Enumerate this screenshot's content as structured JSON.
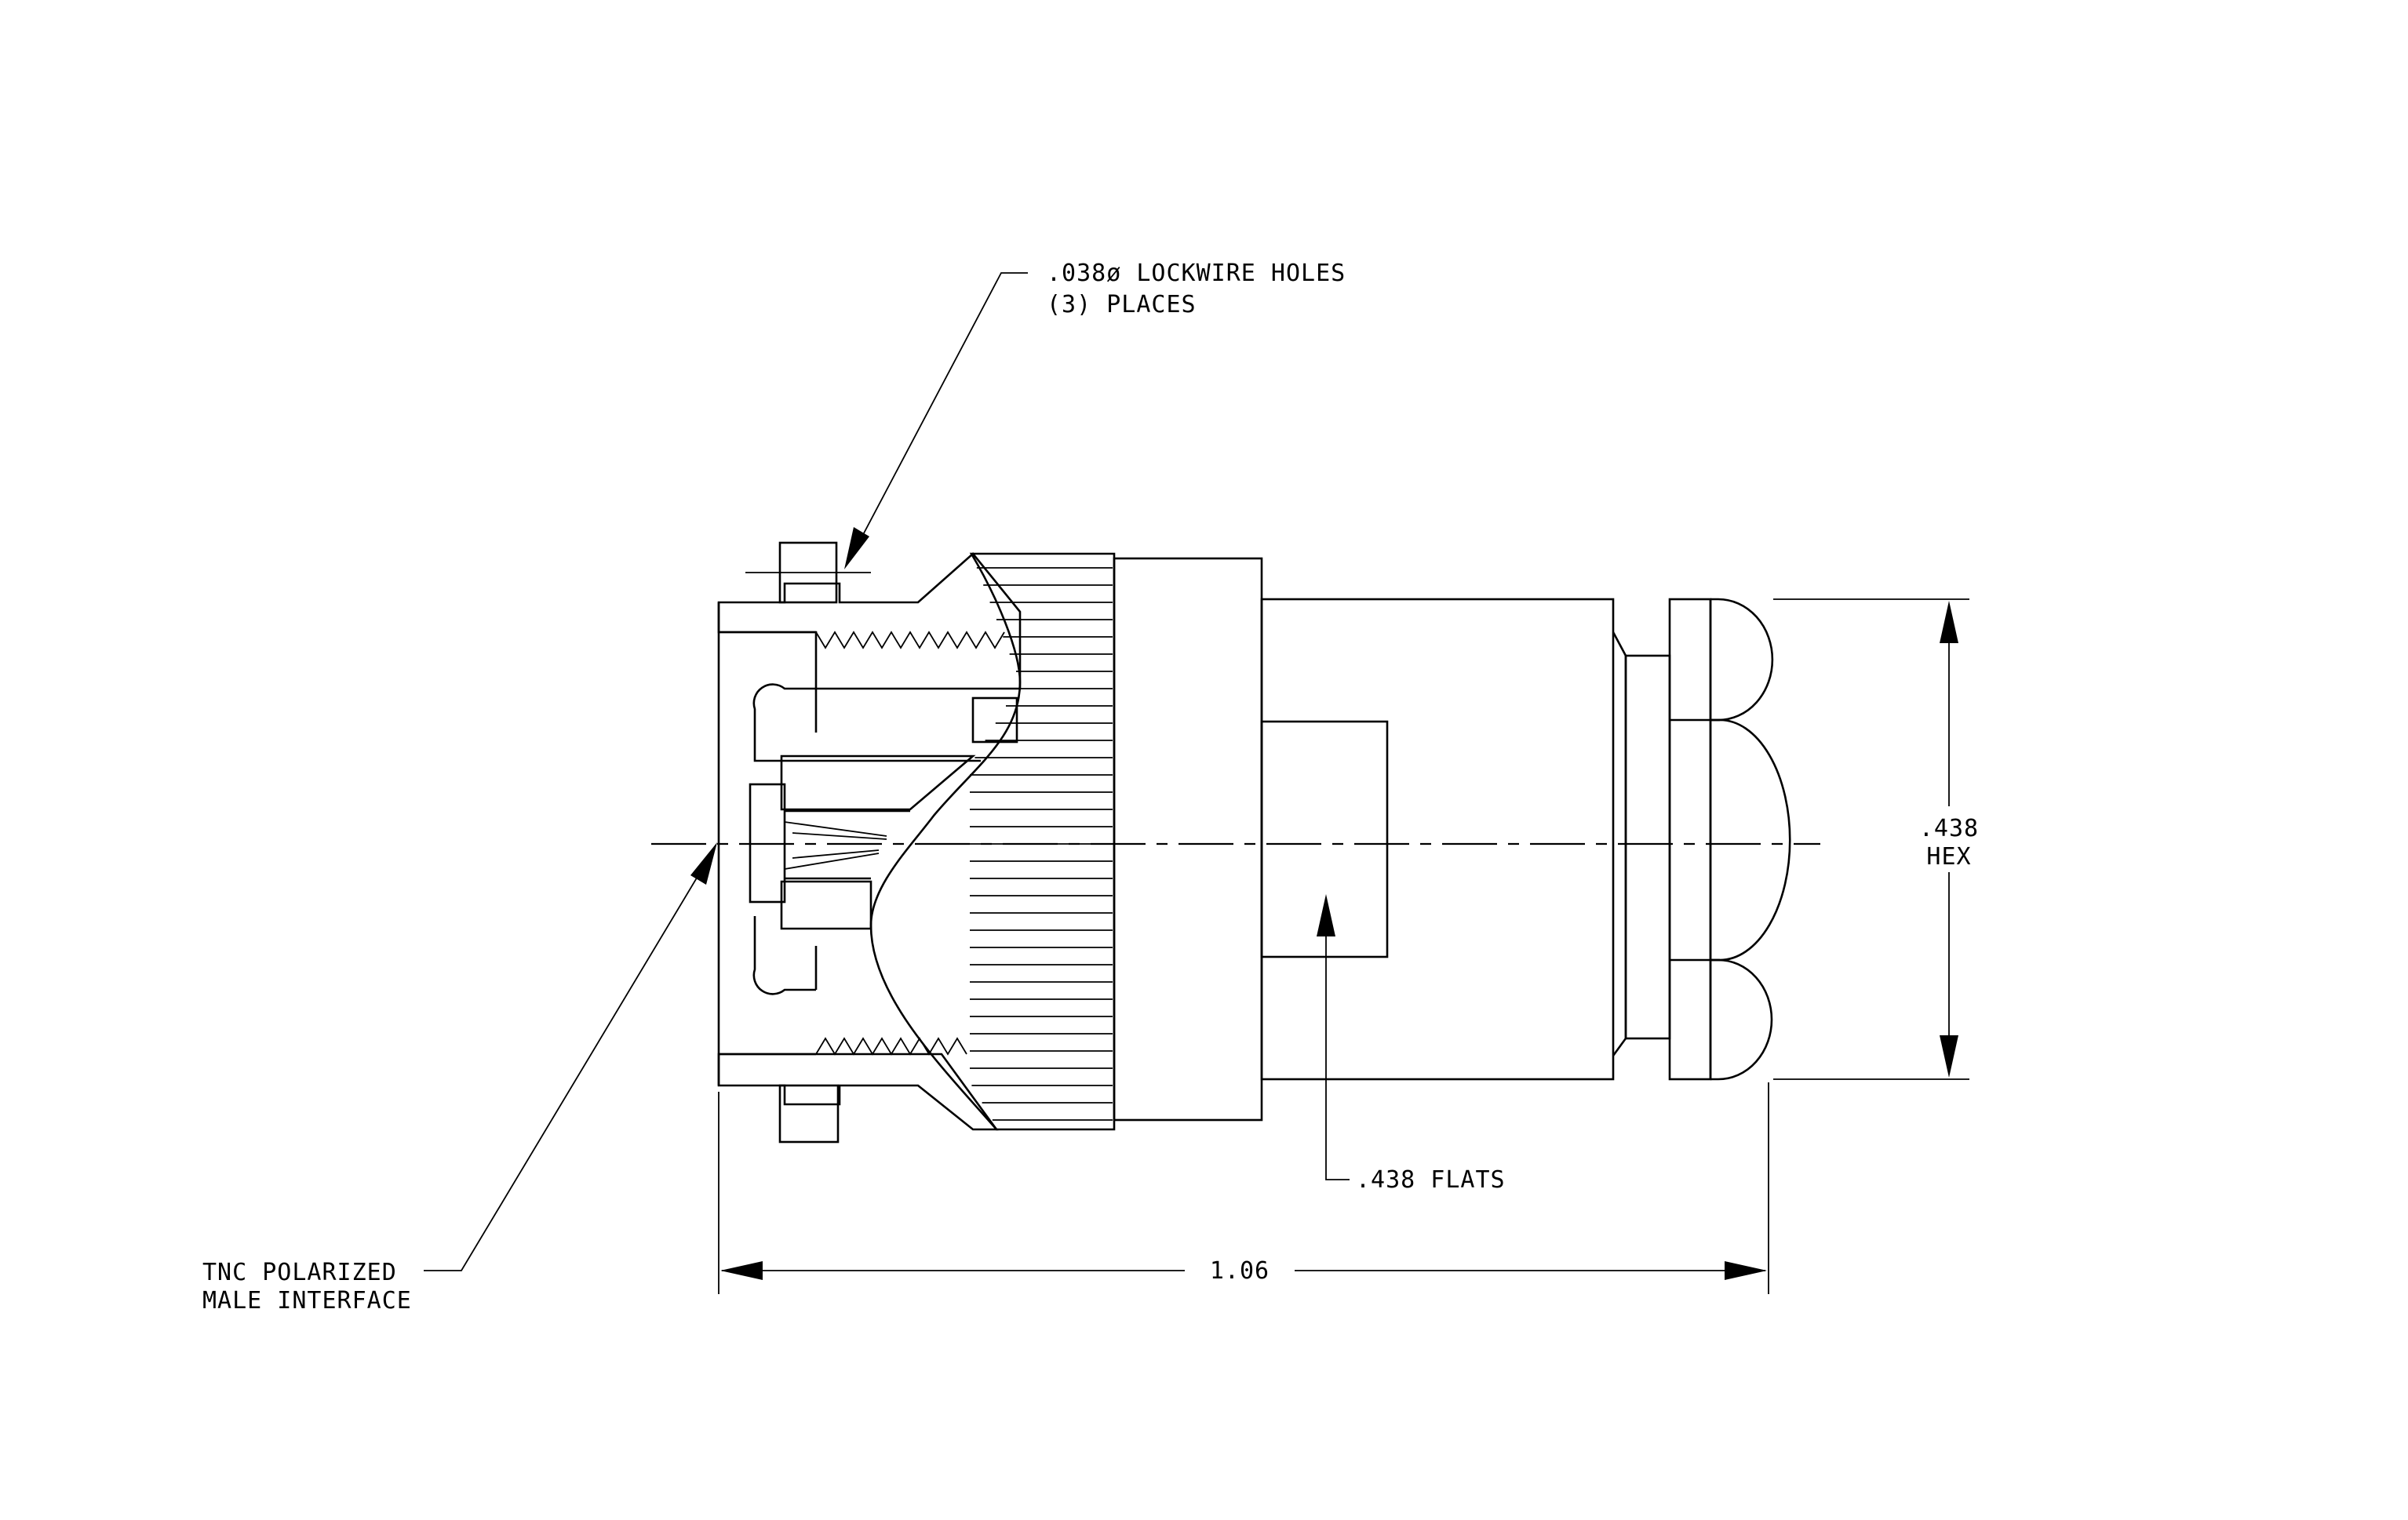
{
  "callouts": {
    "lockwire_line1": ".038ø LOCKWIRE HOLES",
    "lockwire_line2": "(3)  PLACES",
    "interface_line1": "TNC POLARIZED",
    "interface_line2": "MALE INTERFACE",
    "flats": ".438 FLATS"
  },
  "dimensions": {
    "length": "1.06",
    "hex_value": ".438",
    "hex_label": "HEX"
  }
}
